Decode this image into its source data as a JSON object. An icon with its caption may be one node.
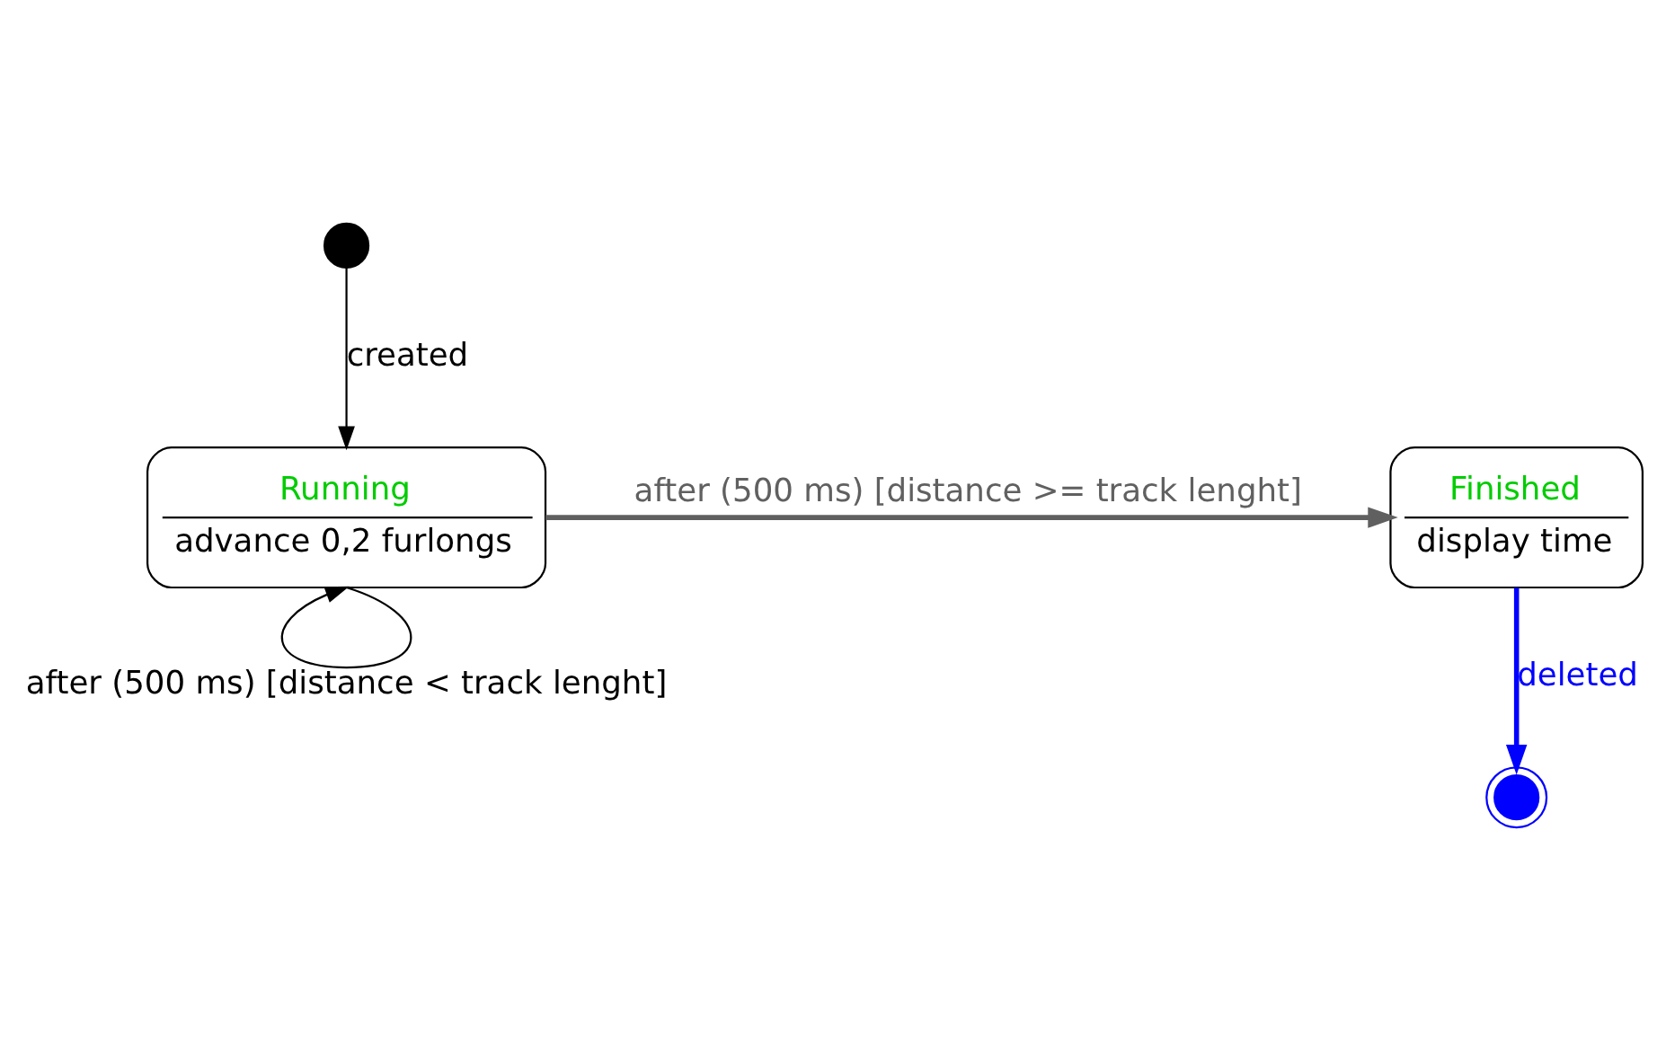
{
  "diagram": {
    "nodes": [
      {
        "text": [],
        "shape": "circle"
      },
      {
        "text": [
          "Running",
          "advance 0,2 furlongs"
        ]
      },
      {
        "text": [
          "Finished",
          "display time"
        ]
      },
      {
        "text": [],
        "shape": "circle"
      }
    ],
    "edges": [
      {
        "from": 0,
        "to": 1,
        "arrow": "to",
        "label": "created"
      },
      {
        "from": 1,
        "to": 1,
        "arrow": "to",
        "label": "after (500 ms) [distance < track lenght]"
      },
      {
        "from": 1,
        "to": 2,
        "arrow": "to",
        "label": "after (500 ms) [distance >= track lenght]",
        "style": "thick",
        "color": "#606060"
      },
      {
        "from": 2,
        "to": 3,
        "arrow": "to",
        "label": "deleted",
        "style": "thick",
        "color": "#0000ff"
      }
    ]
  }
}
